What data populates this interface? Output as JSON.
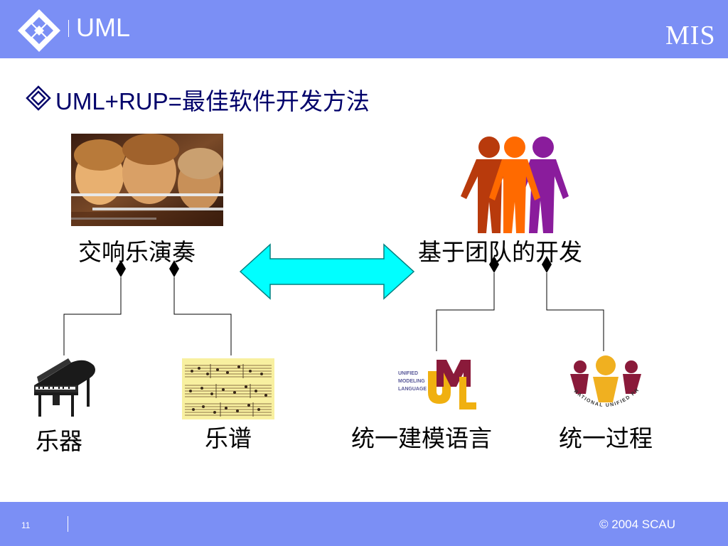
{
  "header": {
    "title": "UML",
    "brand": "MIS"
  },
  "slide": {
    "heading": "UML+RUP=最佳软件开发方法"
  },
  "left_group": {
    "parent": "交响乐演奏",
    "child_1": "乐器",
    "child_2": "乐谱"
  },
  "right_group": {
    "parent": "基于团队的开发",
    "child_1": "统一建模语言",
    "child_2": "统一过程"
  },
  "uml_logo": {
    "line1": "UNIFIED",
    "line2": "MODELING",
    "line3": "LANGUAGE",
    "mark": "UML"
  },
  "rup_logo": {
    "arc_text": "RATIONAL UNIFIED PROCESS"
  },
  "footer": {
    "page_number": "11",
    "copyright": "© 2004 SCAU"
  },
  "colors": {
    "header_bg": "#7b8ff5",
    "heading_text": "#00006a",
    "arrow_fill": "#00ffff",
    "person_left": "#b83a0c",
    "person_center": "#ff6a00",
    "person_right": "#8a1c9c"
  }
}
